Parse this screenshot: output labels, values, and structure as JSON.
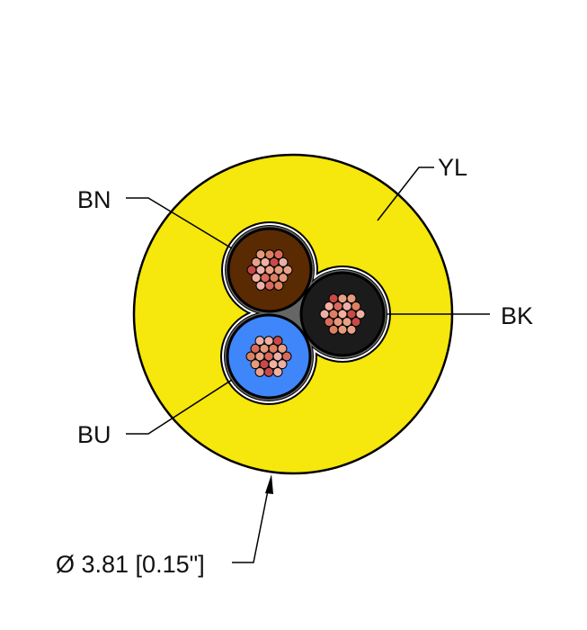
{
  "labels": {
    "jacket": "YL",
    "brown": "BN",
    "black": "BK",
    "blue": "BU",
    "diameter": "Ø 3.81 [0.15\"]"
  },
  "colors": {
    "jacket": "#f6e70c",
    "brown": "#5a2a03",
    "black": "#1b1b1b",
    "blue": "#3f86fb",
    "filler": "#666666"
  }
}
